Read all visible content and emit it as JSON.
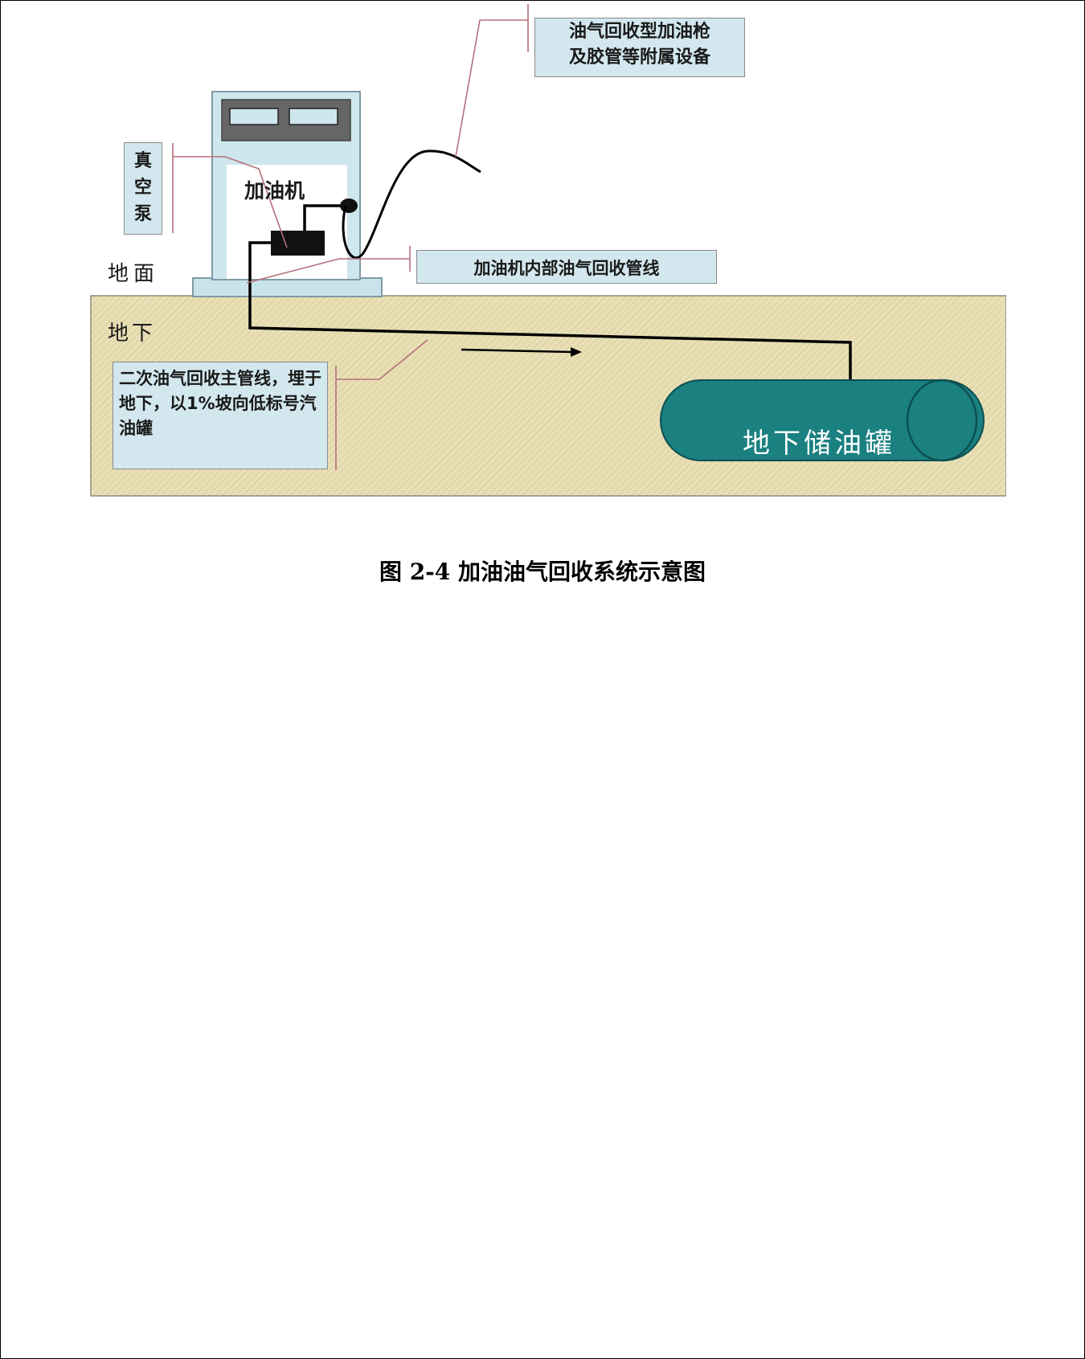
{
  "diagram": {
    "labels": {
      "nozzle": "油气回收型加油枪\n及胶管等附属设备",
      "vacuum_pump": "真\n空\n泵",
      "dispenser": "加油机",
      "ground": "地面",
      "internal_line": "加油机内部油气回收管线",
      "underground": "地下",
      "main_line": "二次油气回收主管线，埋于地下，以1%坡向低标号汽油罐",
      "tank": "地下储油罐"
    },
    "colors": {
      "soil": "#e8dfb5",
      "label_box": "#d3e8ee",
      "dispenser_body": "#dbeef3",
      "tank": "#1a8080",
      "leader_line": "#b5707a"
    }
  },
  "caption": "图 2-4  加油油气回收系统示意图"
}
